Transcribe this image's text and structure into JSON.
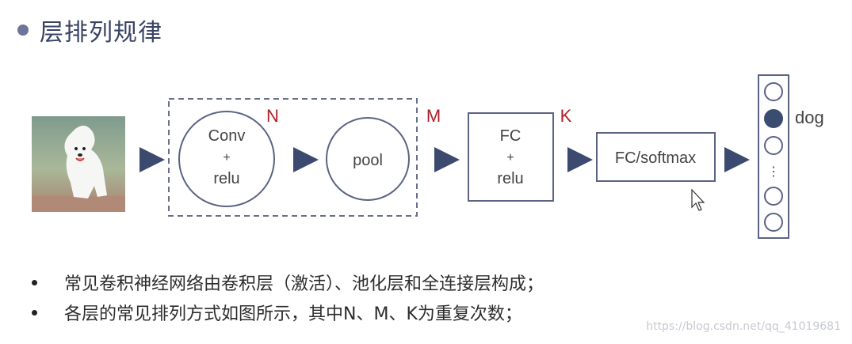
{
  "title": "层排列规律",
  "diagram": {
    "conv_label": [
      "Conv",
      "+",
      "relu"
    ],
    "pool_label": "pool",
    "n_label": "N",
    "m_label": "M",
    "k_label": "K",
    "fc_label": [
      "FC",
      "+",
      "relu"
    ],
    "fc_softmax_label": "FC/softmax",
    "output_label": "dog",
    "ellipsis": "⋮"
  },
  "bullets": [
    "常见卷积神经网络由卷积层（激活）、池化层和全连接层构成；",
    "各层的常见排列方式如图所示，其中N、M、K为重复次数；"
  ],
  "watermark": "https://blog.csdn.net/qq_41019681",
  "colors": {
    "accent_red": "#b01e28",
    "stroke": "#5b6384",
    "arrow": "#3d4a70",
    "active_node": "#3b4d6e"
  }
}
